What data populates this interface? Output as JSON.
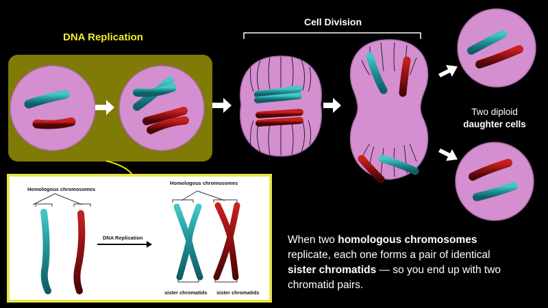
{
  "labels": {
    "dna_replication": "DNA Replication",
    "cell_division": "Cell Division",
    "two_diploid": "Two diploid",
    "daughter_cells": "daughter cells"
  },
  "inset": {
    "homologous_left": "Homologous chromosomes",
    "homologous_right": "Homologous chromosomes",
    "dna_replication": "DNA Replication",
    "sister_left": "sister chromatids",
    "sister_right": "sister chromatids"
  },
  "body": {
    "p1": "When two ",
    "b1": "homologous chromosomes",
    "p2": " replicate, each one forms a pair of identical ",
    "b2": "sister chromatids",
    "p3": " — so you end up with two chromatid pairs."
  },
  "colors": {
    "background": "#000000",
    "cell_fill": "#d48fd0",
    "cell_stroke": "#b36fb0",
    "olive_box": "#807a07",
    "title_yellow": "#f5ef2a",
    "teal_chromosome": "#2aa2a8",
    "red_chromosome": "#a01616",
    "inset_border": "#e8e64a"
  }
}
